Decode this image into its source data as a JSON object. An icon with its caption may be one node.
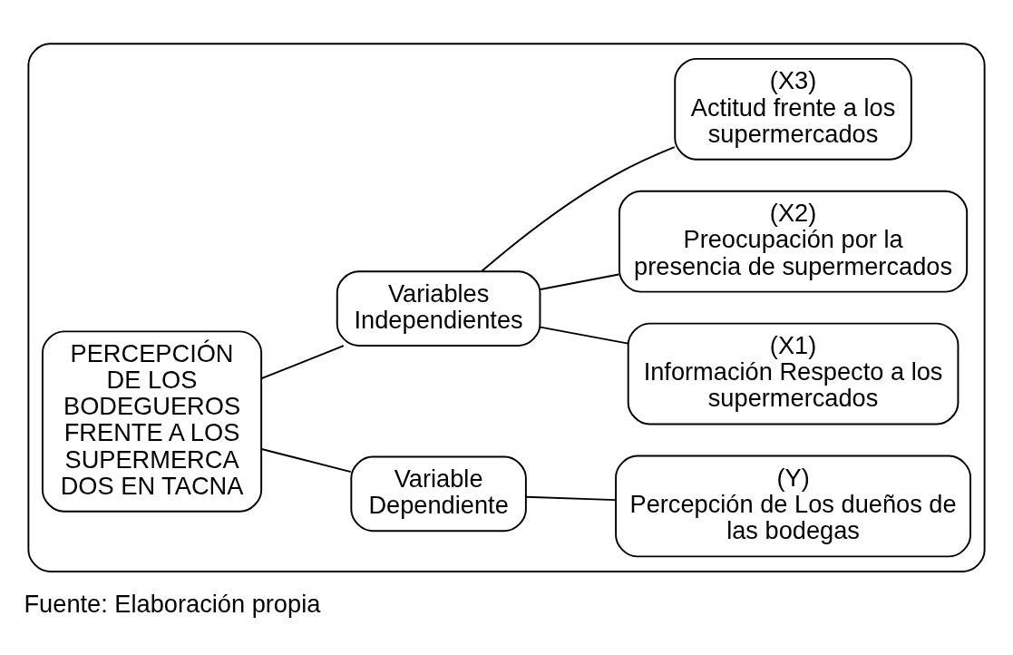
{
  "diagram": {
    "caption": "Fuente: Elaboración propia",
    "nodes": [
      {
        "text": [],
        "shape": "box"
      },
      {
        "text": [
          "PERCEPCIÓN DE LOS BODEGUEROS FRENTE A LOS SUPERMERCA DOS EN TACNA"
        ],
        "in": 0
      },
      {
        "text": [
          "Variable Dependiente"
        ],
        "in": 0
      },
      {
        "text": [
          "Variables Independientes"
        ],
        "in": 0
      },
      {
        "text": [
          "(Y)",
          "Percepción de Los dueños de las bodegas"
        ],
        "in": 0
      },
      {
        "text": [
          "(X1)",
          "Información Respecto a los supermercados"
        ],
        "in": 0
      },
      {
        "text": [
          "(X2)",
          "Preocupación por la presencia de supermercados"
        ],
        "in": 0
      },
      {
        "text": [
          "(X3)",
          "Actitud frente a los supermercados"
        ],
        "in": 0
      }
    ],
    "edges": [
      {
        "from": 1,
        "to": 2,
        "arrow": "none"
      },
      {
        "from": 1,
        "to": 3,
        "arrow": "none"
      },
      {
        "from": 2,
        "to": 4,
        "arrow": "none"
      },
      {
        "from": 3,
        "to": 5,
        "arrow": "none"
      },
      {
        "from": 3,
        "to": 6,
        "arrow": "none"
      },
      {
        "from": 3,
        "to": 7,
        "arrow": "none"
      }
    ]
  }
}
